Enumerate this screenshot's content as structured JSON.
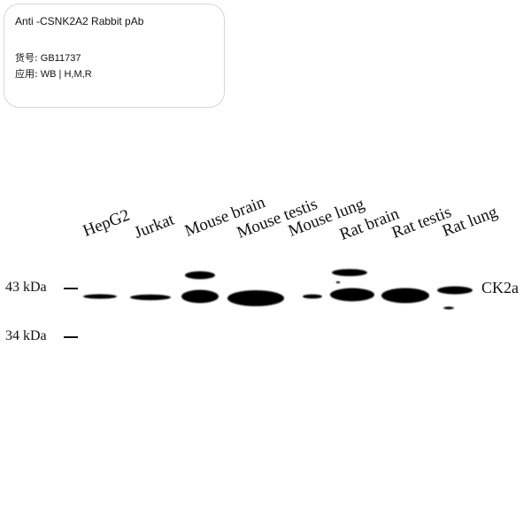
{
  "card": {
    "title": "Anti -CSNK2A2 Rabbit pAb",
    "catalog_label": "货号:",
    "catalog_value": "GB11737",
    "application_label": "应用:",
    "application_value": "WB | H,M,R"
  },
  "lanes": [
    {
      "label": "HepG2"
    },
    {
      "label": "Jurkat"
    },
    {
      "label": "Mouse brain"
    },
    {
      "label": "Mouse testis"
    },
    {
      "label": "Mouse lung"
    },
    {
      "label": "Rat brain"
    },
    {
      "label": "Rat testis"
    },
    {
      "label": "Rat lung"
    }
  ],
  "markers": [
    {
      "label": "43 kDa"
    },
    {
      "label": "34 kDa"
    }
  ],
  "target": {
    "label": "CK2a"
  }
}
